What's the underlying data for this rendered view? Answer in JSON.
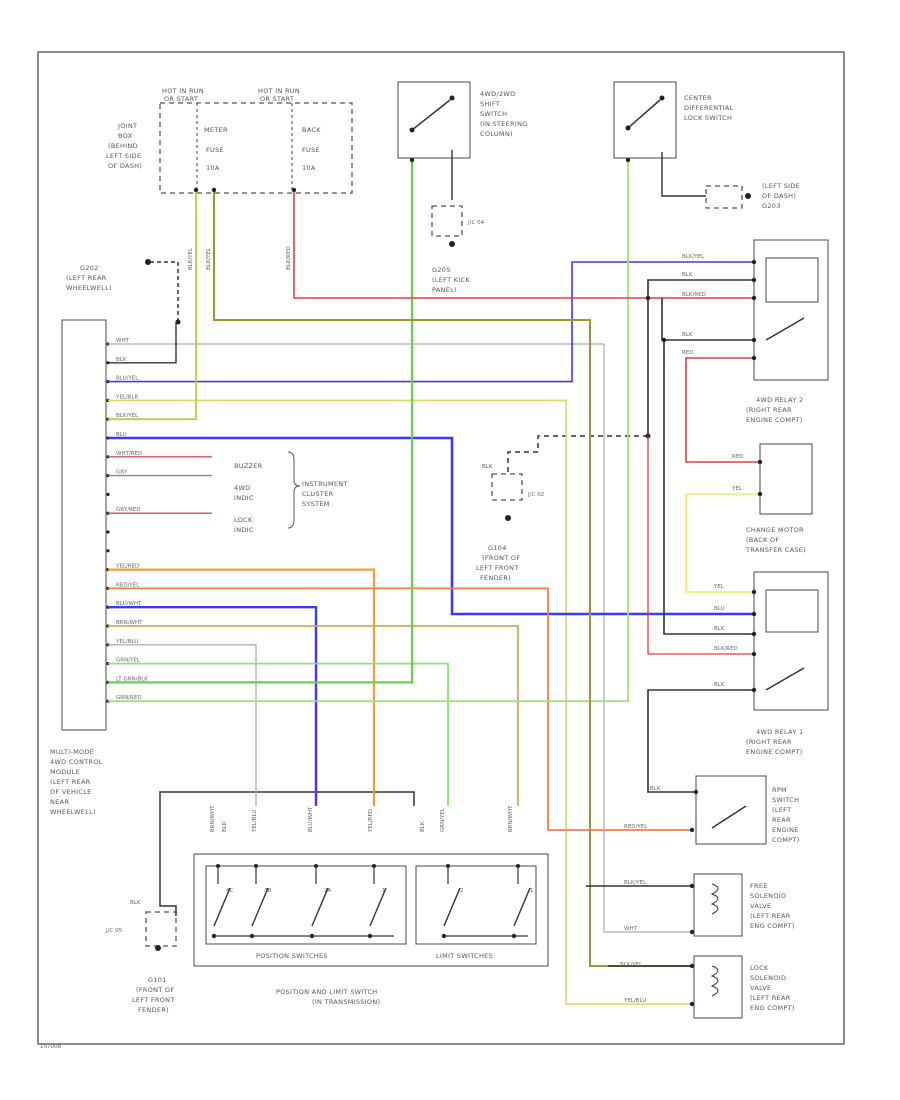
{
  "diagram": {
    "footer_code": "107008",
    "hot_in_run_1": [
      "HOT IN RUN",
      "OR START"
    ],
    "hot_in_run_2": [
      "HOT IN RUN",
      "OR START"
    ],
    "meter_fuse": [
      "METER",
      "FUSE",
      "10A"
    ],
    "back_fuse": [
      "BACK",
      "FUSE",
      "10A"
    ],
    "joint_box": [
      "JOINT",
      "BOX",
      "(BEHIND",
      "LEFT SIDE",
      "OF DASH)"
    ],
    "g202": [
      "G202",
      "(LEFT REAR",
      "WHEELWELL)"
    ],
    "g205": [
      "G205",
      "(LEFT KICK",
      "PANEL)"
    ],
    "awd_sw": [
      "4WD/2WD",
      "SHIFT",
      "SWITCH",
      "(IN STEERING",
      "COLUMN)"
    ],
    "center_diff": [
      "CENTER",
      "DIFFERENTIAL",
      "LOCK SWITCH"
    ],
    "left_side_dash": [
      "(LEFT SIDE",
      "OF DASH)",
      "G203"
    ],
    "relay2": [
      "4WD RELAY 2",
      "(RIGHT REAR",
      "ENGINE COMPT)"
    ],
    "change_motor": [
      "CHANGE MOTOR",
      "(BACK OF",
      "TRANSFER CASE)"
    ],
    "relay1": [
      "4WD RELAY 1",
      "(RIGHT REAR",
      "ENGINE COMPT)"
    ],
    "g104": [
      "G104",
      "(FRONT OF",
      "LEFT FRONT",
      "FENDER)"
    ],
    "instrument": [
      "INSTRUMENT",
      "CLUSTER",
      "SYSTEM"
    ],
    "buzzer": "BUZZER",
    "awd_indic": [
      "4WD",
      "INDIC"
    ],
    "lock_indic": [
      "LOCK",
      "INDIC"
    ],
    "module": [
      "MULTI-MODE",
      "4WD CONTROL",
      "MODULE",
      "(LEFT REAR",
      "OF VEHICLE",
      "NEAR",
      "WHEELWELL)"
    ],
    "rpm_sw": [
      "RPM",
      "SWITCH",
      "(LEFT",
      "REAR",
      "ENGINE",
      "COMPT)"
    ],
    "free_sol": [
      "FREE",
      "SOLENOID",
      "VALVE",
      "(LEFT REAR",
      "ENG COMPT)"
    ],
    "lock_sol": [
      "LOCK",
      "SOLENOID",
      "VALVE",
      "(LEFT REAR",
      "ENG COMPT)"
    ],
    "g101": [
      "G101",
      "(FRONT OF",
      "LEFT FRONT",
      "FENDER)"
    ],
    "pos_switch": [
      "POSITION AND LIMIT SWITCH",
      "(IN TRANSMISSION)"
    ],
    "pos_label": "POSITION SWITCHES",
    "lim_label": "LIMIT SWITCHES",
    "jc": [
      "J/C 04",
      "J/C 02",
      "J/C 05"
    ],
    "blk": "BLK",
    "module_pins": [
      "WHT",
      "BLK",
      "BLU/YEL",
      "YEL/BLK",
      "BLK/YEL",
      "BLU",
      "WHT/RED",
      "GRY",
      "",
      "GRY/RED",
      "",
      "",
      "YEL/RED",
      "RED/YEL",
      "BLU/WHT",
      "BRN/WHT",
      "YEL/BLU",
      "GRN/YEL",
      "LT GRN/BLK",
      "GRN/RED"
    ],
    "relay2_pins": [
      "BLK/YEL",
      "BLK",
      "BLK/RED",
      "BLK",
      "RED"
    ],
    "relay1_pins": [
      "YEL",
      "BLU",
      "BLK",
      "BLK/RED",
      "BLK"
    ],
    "motor_pins": [
      "RED",
      "YEL"
    ],
    "switch_wires": [
      "BRN/WHT",
      "BLK",
      "YEL/BLU",
      "BLU/WHT",
      "YEL/RED",
      "BLK",
      "GRN/YEL",
      "BRN/WHT"
    ],
    "sol_pins": [
      "BLK/YEL",
      "WHT",
      "BLK/YEL",
      "YEL/BLU"
    ],
    "rpm_pins": [
      "BLK",
      "RED/YEL"
    ],
    "fuse_wires": [
      "BLK/YEL",
      "BLK/YEL",
      "BLK/RED"
    ],
    "switch_num": [
      "4",
      "3",
      "2",
      "1",
      "2",
      "1"
    ],
    "switch_num_suffix": [
      "C",
      "B",
      "A",
      "",
      ""
    ],
    "colors": {
      "yellow": "#e8e800",
      "olive": "#9c9a2e",
      "blue": "#3a3af0",
      "green": "#66d24a",
      "green2": "#3fae3f",
      "orange": "#f0a030",
      "red": "#e04040",
      "pink": "#cc5555",
      "gray": "#aaaaaa",
      "lgreen": "#8ee07a"
    }
  }
}
